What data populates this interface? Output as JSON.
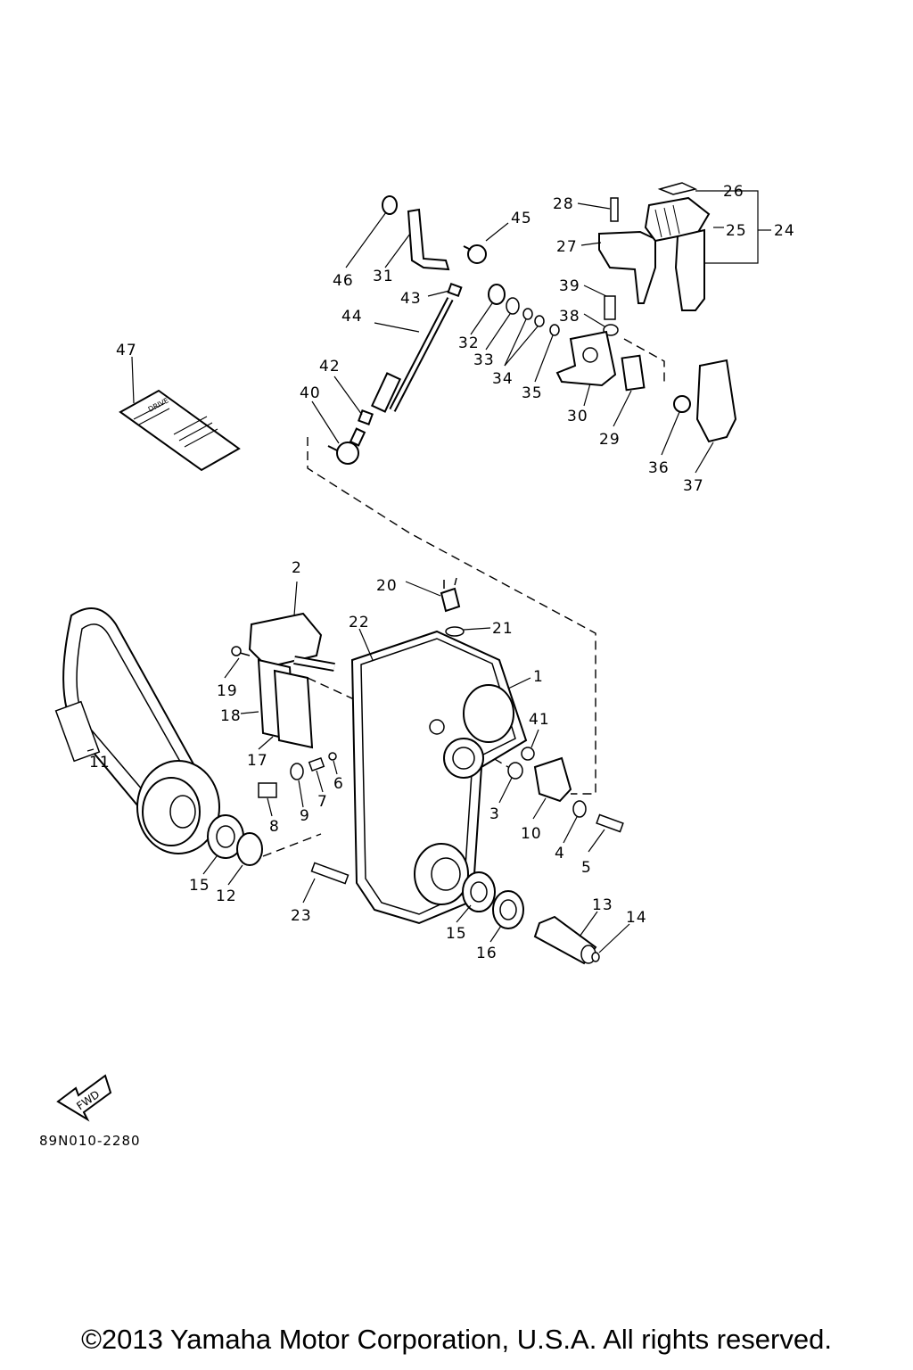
{
  "diagram": {
    "callouts": [
      {
        "id": "1",
        "text": "1"
      },
      {
        "id": "2",
        "text": "2"
      },
      {
        "id": "3",
        "text": "3"
      },
      {
        "id": "4",
        "text": "4"
      },
      {
        "id": "5",
        "text": "5"
      },
      {
        "id": "6",
        "text": "6"
      },
      {
        "id": "7",
        "text": "7"
      },
      {
        "id": "8",
        "text": "8"
      },
      {
        "id": "9",
        "text": "9"
      },
      {
        "id": "10",
        "text": "10"
      },
      {
        "id": "11",
        "text": "11"
      },
      {
        "id": "12",
        "text": "12"
      },
      {
        "id": "13",
        "text": "13"
      },
      {
        "id": "14",
        "text": "14"
      },
      {
        "id": "15a",
        "text": "15"
      },
      {
        "id": "15b",
        "text": "15"
      },
      {
        "id": "16",
        "text": "16"
      },
      {
        "id": "17",
        "text": "17"
      },
      {
        "id": "18",
        "text": "18"
      },
      {
        "id": "19",
        "text": "19"
      },
      {
        "id": "20",
        "text": "20"
      },
      {
        "id": "21",
        "text": "21"
      },
      {
        "id": "22",
        "text": "22"
      },
      {
        "id": "23",
        "text": "23"
      },
      {
        "id": "24",
        "text": "24"
      },
      {
        "id": "25",
        "text": "25"
      },
      {
        "id": "26",
        "text": "26"
      },
      {
        "id": "27",
        "text": "27"
      },
      {
        "id": "28",
        "text": "28"
      },
      {
        "id": "29",
        "text": "29"
      },
      {
        "id": "30",
        "text": "30"
      },
      {
        "id": "31",
        "text": "31"
      },
      {
        "id": "32",
        "text": "32"
      },
      {
        "id": "33",
        "text": "33"
      },
      {
        "id": "34",
        "text": "34"
      },
      {
        "id": "35",
        "text": "35"
      },
      {
        "id": "36",
        "text": "36"
      },
      {
        "id": "37",
        "text": "37"
      },
      {
        "id": "38",
        "text": "38"
      },
      {
        "id": "39",
        "text": "39"
      },
      {
        "id": "40",
        "text": "40"
      },
      {
        "id": "41",
        "text": "41"
      },
      {
        "id": "42",
        "text": "42"
      },
      {
        "id": "43",
        "text": "43"
      },
      {
        "id": "44",
        "text": "44"
      },
      {
        "id": "45",
        "text": "45"
      },
      {
        "id": "46",
        "text": "46"
      },
      {
        "id": "47",
        "text": "47"
      }
    ],
    "decal_text": "DRIVE",
    "fwd_arrow_text": "FWD",
    "drawing_code": "89N010-2280"
  },
  "footer": {
    "copyright": "©2013 Yamaha Motor Corporation, U.S.A. All rights reserved."
  }
}
